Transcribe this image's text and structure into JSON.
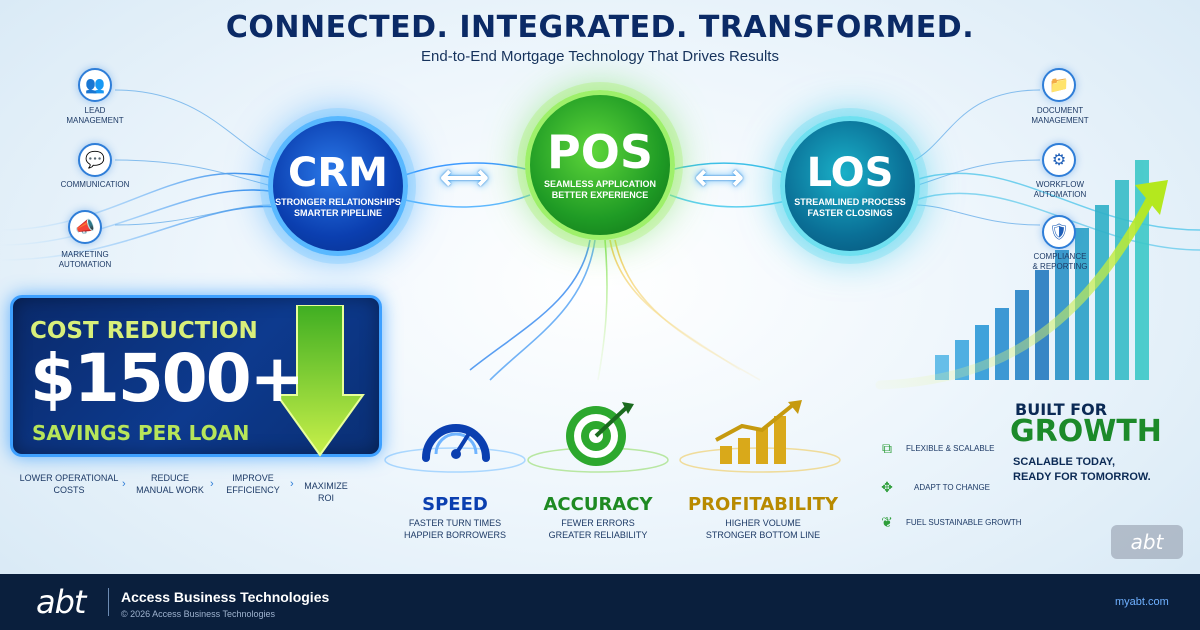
{
  "headline": "CONNECTED. INTEGRATED. TRANSFORMED.",
  "subheadline": "End-to-End Mortgage Technology That Drives Results",
  "hubs": {
    "crm": {
      "label": "CRM",
      "line1": "STRONGER RELATIONSHIPS",
      "line2": "SMARTER PIPELINE"
    },
    "pos": {
      "label": "POS",
      "line1": "SEAMLESS APPLICATION",
      "line2": "BETTER EXPERIENCE"
    },
    "los": {
      "label": "LOS",
      "line1": "STREAMLINED PROCESS",
      "line2": "FASTER CLOSINGS"
    }
  },
  "connector_glyph": "⟷",
  "left_features": [
    {
      "icon": "people-icon",
      "glyph": "👥",
      "line1": "LEAD",
      "line2": "MANAGEMENT"
    },
    {
      "icon": "chat-icon",
      "glyph": "💬",
      "line1": "COMMUNICATION",
      "line2": ""
    },
    {
      "icon": "megaphone-icon",
      "glyph": "📣",
      "line1": "MARKETING",
      "line2": "AUTOMATION"
    }
  ],
  "right_features": [
    {
      "icon": "folder-icon",
      "glyph": "📁",
      "line1": "DOCUMENT",
      "line2": "MANAGEMENT"
    },
    {
      "icon": "gear-icon",
      "glyph": "⚙",
      "line1": "WORKFLOW",
      "line2": "AUTOMATION"
    },
    {
      "icon": "shield-icon",
      "glyph": "🛡",
      "line1": "COMPLIANCE",
      "line2": "& REPORTING"
    }
  ],
  "cost": {
    "title": "COST REDUCTION",
    "amount": "$1500+",
    "subtitle": "SAVINGS PER LOAN"
  },
  "benefits": [
    {
      "line1": "LOWER OPERATIONAL",
      "line2": "COSTS"
    },
    {
      "line1": "REDUCE",
      "line2": "MANUAL WORK"
    },
    {
      "line1": "IMPROVE",
      "line2": "EFFICIENCY"
    },
    {
      "line1": "MAXIMIZE",
      "line2": "ROI"
    }
  ],
  "metrics": [
    {
      "name": "speed",
      "icon": "speedometer-icon",
      "title": "SPEED",
      "line1": "FASTER TURN TIMES",
      "line2": "HAPPIER BORROWERS",
      "color": "#0b3fb0"
    },
    {
      "name": "accuracy",
      "icon": "target-icon",
      "title": "ACCURACY",
      "line1": "FEWER ERRORS",
      "line2": "GREATER RELIABILITY",
      "color": "#1e8a22"
    },
    {
      "name": "profitability",
      "icon": "bar-chart-icon",
      "title": "PROFITABILITY",
      "line1": "HIGHER VOLUME",
      "line2": "STRONGER BOTTOM LINE",
      "color": "#b88a00"
    }
  ],
  "growth_features": [
    {
      "icon": "cubes-icon",
      "glyph": "⧉",
      "label": "FLEXIBLE & SCALABLE"
    },
    {
      "icon": "arrows-icon",
      "glyph": "✥",
      "label": "ADAPT TO CHANGE"
    },
    {
      "icon": "leaf-icon",
      "glyph": "❦",
      "label": "FUEL SUSTAINABLE GROWTH"
    }
  ],
  "growth": {
    "built": "BUILT FOR",
    "word": "GROWTH",
    "line1": "SCALABLE TODAY,",
    "line2": "READY FOR TOMORROW."
  },
  "watermark": "abt",
  "footer": {
    "logo": "abt",
    "company": "Access Business Technologies",
    "copyright": "© 2026 Access Business Technologies",
    "url": "myabt.com"
  },
  "colors": {
    "navy": "#0b2a66",
    "blue": "#0b3fb0",
    "green": "#1e8a22",
    "gold": "#b88a00",
    "lime": "#b7e55a",
    "footer_bg": "#0a1f3d"
  }
}
